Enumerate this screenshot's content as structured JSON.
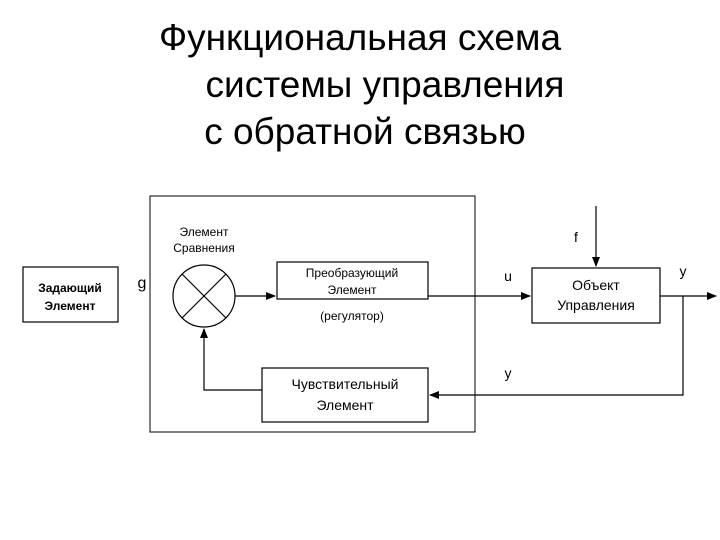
{
  "title": {
    "line1": "Функциональная схема",
    "line2": "системы управления",
    "line3": "с обратной связью"
  },
  "blocks": {
    "setpoint": {
      "line1": "Задающий",
      "line2": "Элемент"
    },
    "comparator_label": {
      "line1": "Элемент",
      "line2": "Сравнения"
    },
    "converter": {
      "line1": "Преобразующий",
      "line2": "Элемент",
      "note": "(регулятор)"
    },
    "sensor": {
      "line1": "Чувствительный",
      "line2": "Элемент"
    },
    "plant": {
      "line1": "Объект",
      "line2": "Управления"
    }
  },
  "signals": {
    "g": "g",
    "f": "f",
    "u": "u",
    "y_out": "y",
    "y_fb": "y"
  }
}
